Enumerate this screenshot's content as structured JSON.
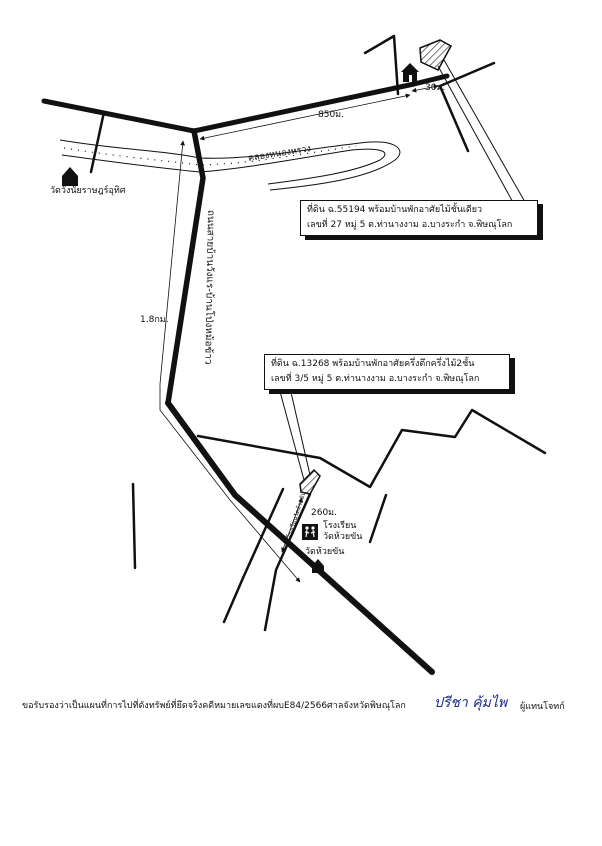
{
  "labels": {
    "temple_left": "วัดวังนัยราษฎร์อุทิศ",
    "canal": "คลองหนองหรวง",
    "road": "ถนนสายบ้านวังแร-บ้านโป่งหม้อข้าว",
    "dist_850": "850ม.",
    "dist_30": "30ม.",
    "dist_18km": "1.8กม.",
    "dist_260": "260ม.",
    "side_road": "ซ.โรงเรียนวัดห้วยขัน",
    "school": [
      "โรงเรียน",
      "วัดห้วยขัน"
    ],
    "temple_bottom": "วัดห้วยขัน"
  },
  "box_top": {
    "line1": "ที่ดิน ฉ.55194 พร้อมบ้านพักอาศัยไม้ชั้นเดียว",
    "line2": "เลขที่ 27 หมู่ 5 ต.ท่านางงาม อ.บางระกำ จ.พิษณุโลก"
  },
  "box_bottom": {
    "line1": "ที่ดิน ฉ.13268 พร้อมบ้านพักอาศัยครึ่งตึกครึ่งไม้2ชั้น",
    "line2": "เลขที่ 3/5 หมู่ 5 ต.ท่านางงาม อ.บางระกำ จ.พิษณุโลก"
  },
  "footer": {
    "certification": "ขอรับรองว่าเป็นแผนที่การไปที่ดังทรัพย์ที่ยึดจริงคดีหมายเลขแดงที่ผบE84/2566ศาลจังหวัดพิษณุโลก",
    "signature": "ปรีชา คุ้มไพ",
    "signer_role": "ผู้แทนโจทก์"
  },
  "colors": {
    "ink": "#111111",
    "signature_ink": "#1b2a8a"
  },
  "icons": [
    "house-icon",
    "temple-icon",
    "school-children-icon",
    "property-hatch-icon"
  ]
}
